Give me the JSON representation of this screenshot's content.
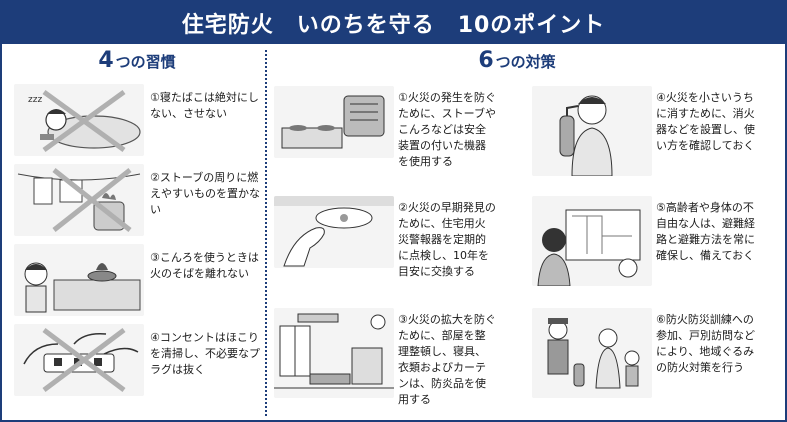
{
  "title": "住宅防火　いのちを守る　10のポイント",
  "habits_section": {
    "number": "4",
    "label": "つの習慣"
  },
  "measures_section": {
    "number": "6",
    "label": "つの対策"
  },
  "habits": [
    {
      "text": "①寝たばこは絶対にしない、させない",
      "icon": "sleeping-smoker-icon"
    },
    {
      "text": "②ストーブの周りに燃えやすいものを置かない",
      "icon": "stove-laundry-icon"
    },
    {
      "text": "③こんろを使うときは火のそばを離れない",
      "icon": "cooking-stove-icon"
    },
    {
      "text": "④コンセントはほこりを清掃し、不必要なプラグは抜く",
      "icon": "power-outlet-icon"
    }
  ],
  "measures": [
    {
      "text": "①火災の発生を防ぐために、ストーブやこんろなどは安全装置の付いた機器を使用する",
      "icon": "safety-stove-icon"
    },
    {
      "text": "②火災の早期発見のために、住宅用火災警報器を定期的に点検し、10年を目安に交換する",
      "icon": "smoke-alarm-icon"
    },
    {
      "text": "③火災の拡大を防ぐために、部屋を整理整頓し、寝具、衣類およびカーテンは、防炎品を使用する",
      "icon": "tidy-room-icon"
    },
    {
      "text": "④火災を小さいうちに消すために、消火器などを設置し、使い方を確認しておく",
      "icon": "fire-extinguisher-icon"
    },
    {
      "text": "⑤高齢者や身体の不自由な人は、避難経路と避難方法を常に確保し、備えておく",
      "icon": "evacuation-plan-icon"
    },
    {
      "text": "⑥防火防災訓練への参加、戸別訪問などにより、地域ぐるみの防火対策を行う",
      "icon": "community-drill-icon"
    }
  ],
  "colors": {
    "brand": "#1d3d7a",
    "highlight": "#dce6f3",
    "cross": "#b0b0b0"
  }
}
